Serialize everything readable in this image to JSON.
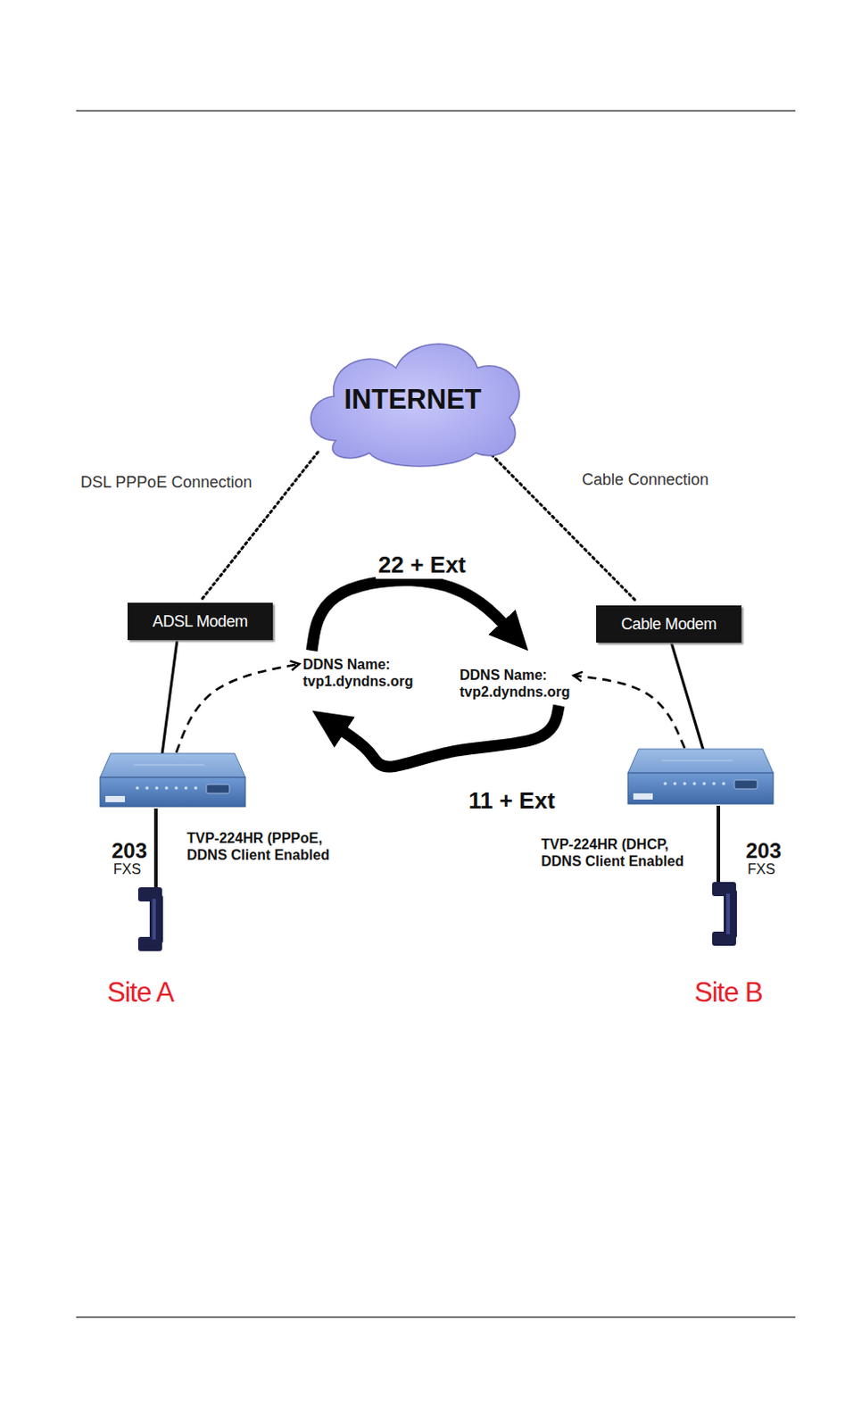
{
  "diagram": {
    "nodes": [
      {
        "text": [
          "INTERNET"
        ]
      },
      {
        "text": [
          "ADSL Modem"
        ]
      },
      {
        "text": [
          "Cable Modem"
        ]
      },
      {
        "text": [
          "DDNS Name: tvp1.dyndns.org"
        ]
      },
      {
        "text": [
          "DDNS Name: tvp2.dyndns.org"
        ]
      },
      {
        "text": [
          "TVP-224HR (PPPoE, DDNS Client Enabled"
        ]
      },
      {
        "text": [
          "TVP-224HR (DHCP, DDNS Client Enabled"
        ]
      }
    ],
    "edges": [
      {
        "from": 0,
        "to": 1,
        "arrow": "none",
        "label": "DSL PPPoE Connection"
      },
      {
        "from": 0,
        "to": 2,
        "arrow": "none",
        "label": "Cable Connection"
      },
      {
        "from": 1,
        "to": 5,
        "arrow": "none"
      },
      {
        "from": 2,
        "to": 6,
        "arrow": "none"
      },
      {
        "from": 5,
        "to": 3,
        "arrow": "to"
      },
      {
        "from": 6,
        "to": 4,
        "arrow": "to"
      },
      {
        "from": 3,
        "to": 4,
        "arrow": "to",
        "label": "22 + Ext"
      },
      {
        "from": 4,
        "to": 3,
        "arrow": "to",
        "label": "11 + Ext"
      }
    ],
    "labels": [
      "203",
      "FXS",
      "203",
      "FXS",
      "Site A",
      "Site B"
    ]
  }
}
